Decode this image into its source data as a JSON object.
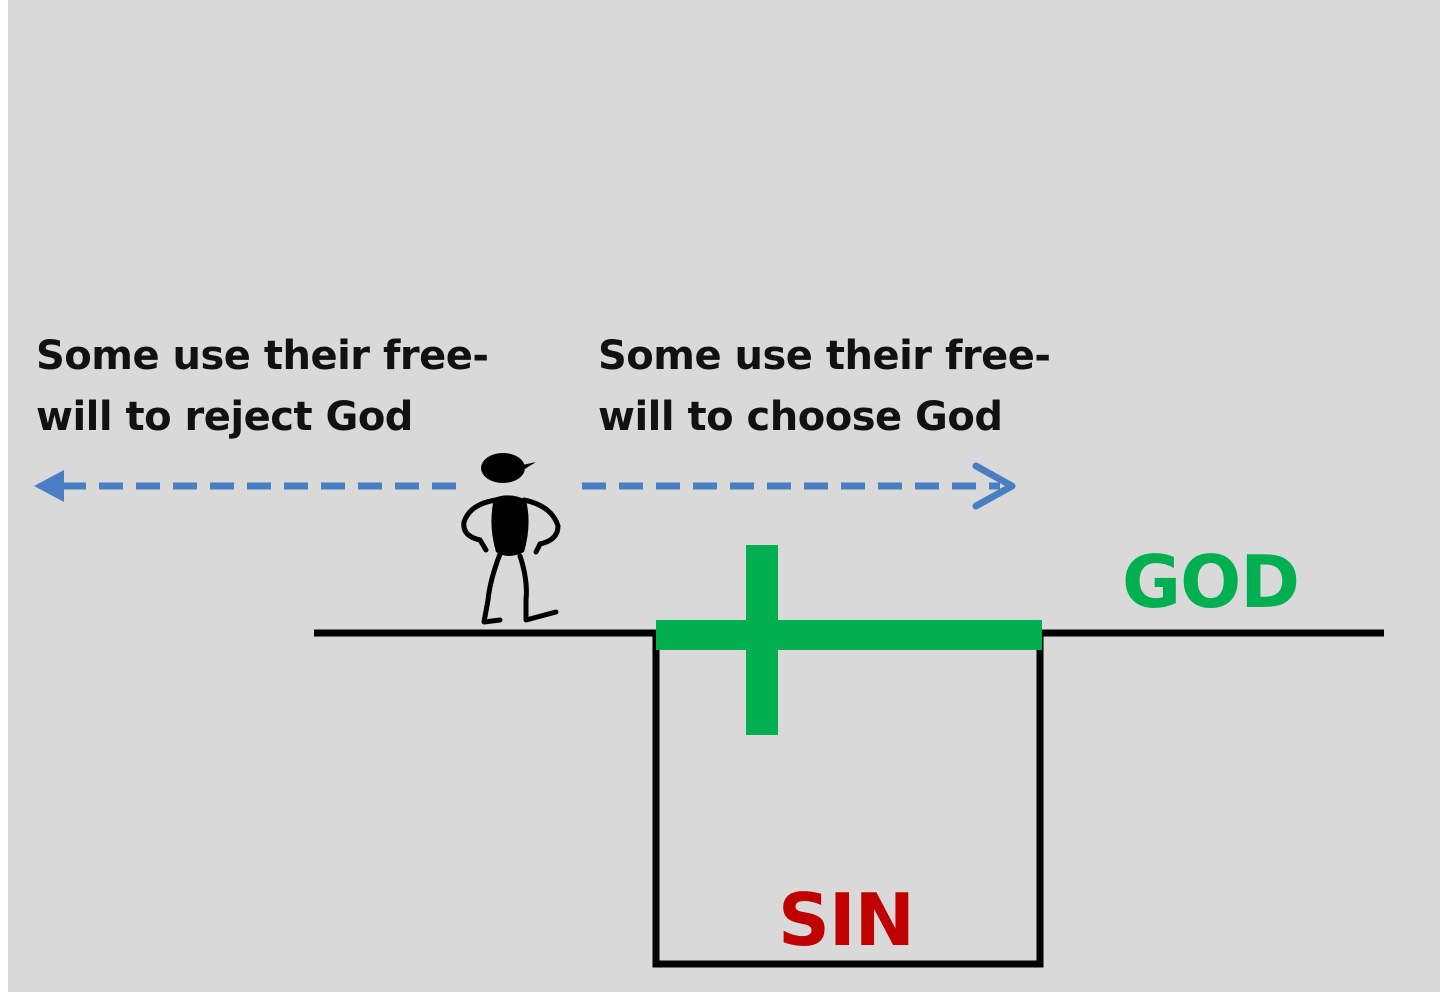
{
  "captions": {
    "reject": {
      "line1": "Some use their free-",
      "line2": "will to reject God"
    },
    "choose": {
      "line1": "Some use their free-",
      "line2": "will to choose God"
    }
  },
  "labels": {
    "god": "GOD",
    "sin": "SIN"
  },
  "icons": {
    "figure": "person-walking-icon",
    "cross": "cross-icon",
    "arrow_left": "dashed-arrow-left-icon",
    "arrow_right": "dashed-arrow-right-icon"
  },
  "colors": {
    "background": "#d9d9d9",
    "text": "#111111",
    "line": "#000000",
    "cross": "#00b050",
    "god": "#00b050",
    "sin": "#c00000",
    "arrow": "#4a7ec2"
  }
}
